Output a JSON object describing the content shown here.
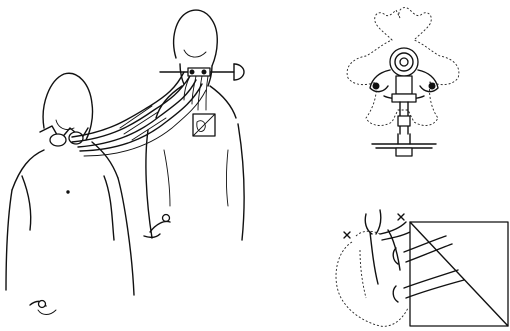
{
  "figure": {
    "panels": [
      {
        "id": "cross-circulation-animals"
      },
      {
        "id": "spinal-cannulation-cross-section"
      },
      {
        "id": "heart-cannulation-detail"
      }
    ],
    "colors": {
      "ink": "#111111",
      "background": "#ffffff"
    },
    "icons": [
      "recipient-animal-icon",
      "donor-animal-icon",
      "syringe-icon",
      "vertebra-icon",
      "heart-icon"
    ]
  }
}
